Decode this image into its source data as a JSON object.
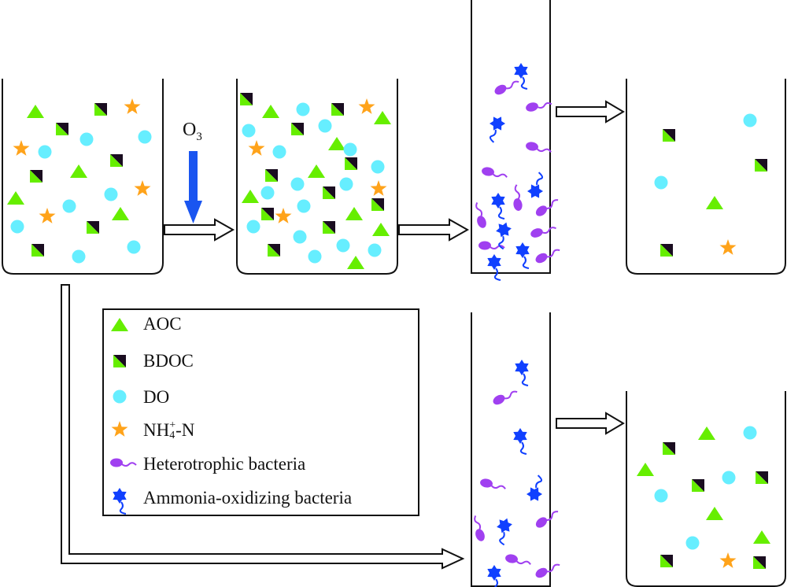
{
  "ozone_label": {
    "main": "O",
    "sub": "3"
  },
  "legend": {
    "aoc": "AOC",
    "bdoc": "BDOC",
    "do": "DO",
    "nh4": {
      "base": "NH",
      "sub": "4",
      "sup": "+",
      "suffix": "-N"
    },
    "heterotrophic": "Heterotrophic bacteria",
    "aob": "Ammonia-oxidizing bacteria"
  },
  "colors": {
    "aoc": "#66ee00",
    "bdoc_dark": "#1a0d20",
    "do": "#66eeff",
    "nh4": "#ffa31a",
    "heterotrophic": "#a040f0",
    "aob": "#1040ff",
    "ozone_arrow": "#1a55f0"
  }
}
